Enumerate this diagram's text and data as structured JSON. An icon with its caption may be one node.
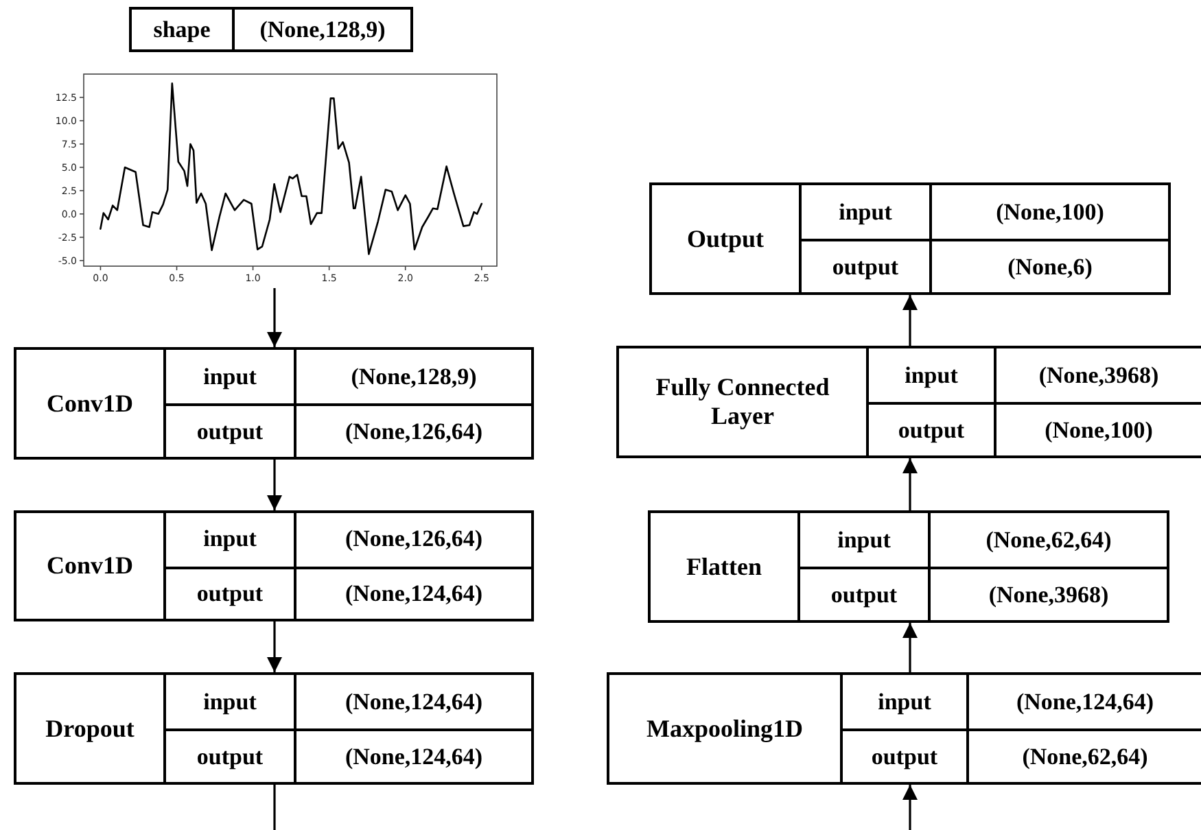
{
  "diagram": {
    "nodes": [
      {
        "text": [
          "shape",
          "(None,128,9)"
        ]
      },
      {
        "text": [],
        "shape": "picture"
      },
      {
        "text": [
          "Conv1D",
          "input",
          "(None,128,9)",
          "output",
          "(None,126,64)"
        ]
      },
      {
        "text": [
          "Conv1D",
          "input",
          "(None,126,64)",
          "output",
          "(None,124,64)"
        ]
      },
      {
        "text": [
          "Dropout",
          "input",
          "(None,124,64)",
          "output",
          "(None,124,64)"
        ]
      },
      {
        "text": [
          "Output",
          "input",
          "(None,100)",
          "output",
          "(None,6)"
        ]
      },
      {
        "text": [
          "Fully Connected Layer",
          "input",
          "(None,3968)",
          "output",
          "(None,100)"
        ]
      },
      {
        "text": [
          "Flatten",
          "input",
          "(None,62,64)",
          "output",
          "(None,3968)"
        ]
      },
      {
        "text": [
          "Maxpooling1D",
          "input",
          "(None,124,64)",
          "output",
          "(None,62,64)"
        ]
      }
    ],
    "edges": [
      {
        "from": 1,
        "to": 2,
        "arrow": "to"
      },
      {
        "from": 2,
        "to": 3,
        "arrow": "to"
      },
      {
        "from": 3,
        "to": 4,
        "arrow": "to"
      },
      {
        "from": 4,
        "to": null,
        "arrow": "none"
      },
      {
        "from": null,
        "to": 8,
        "arrow": "to"
      },
      {
        "from": 8,
        "to": 7,
        "arrow": "to"
      },
      {
        "from": 7,
        "to": 6,
        "arrow": "to"
      },
      {
        "from": 6,
        "to": 5,
        "arrow": "to"
      }
    ],
    "chart_data": {
      "type": "line",
      "x": [
        0.0,
        0.02,
        0.05,
        0.08,
        0.11,
        0.16,
        0.23,
        0.28,
        0.32,
        0.34,
        0.38,
        0.41,
        0.44,
        0.47,
        0.51,
        0.55,
        0.57,
        0.59,
        0.61,
        0.63,
        0.66,
        0.69,
        0.73,
        0.78,
        0.82,
        0.88,
        0.94,
        0.99,
        1.03,
        1.06,
        1.11,
        1.14,
        1.18,
        1.24,
        1.26,
        1.29,
        1.32,
        1.35,
        1.38,
        1.42,
        1.45,
        1.51,
        1.53,
        1.56,
        1.59,
        1.63,
        1.66,
        1.67,
        1.71,
        1.76,
        1.82,
        1.87,
        1.91,
        1.95,
        2.0,
        2.03,
        2.06,
        2.11,
        2.15,
        2.18,
        2.21,
        2.27,
        2.32,
        2.38,
        2.42,
        2.45,
        2.47,
        2.5
      ],
      "series": [
        {
          "color": "#000000",
          "values": [
            -1.6,
            0.1,
            -0.6,
            0.9,
            0.4,
            5.0,
            4.5,
            -1.2,
            -1.4,
            0.2,
            0.0,
            1.0,
            2.6,
            14.0,
            5.6,
            4.6,
            3.0,
            7.5,
            6.8,
            1.2,
            2.2,
            1.1,
            -3.9,
            -0.3,
            2.2,
            0.4,
            1.5,
            1.1,
            -3.8,
            -3.5,
            -0.6,
            3.2,
            0.2,
            4.0,
            3.8,
            4.2,
            1.9,
            1.9,
            -1.1,
            0.1,
            0.1,
            12.4,
            12.4,
            7.0,
            7.7,
            5.5,
            0.6,
            0.6,
            4.0,
            -4.3,
            -0.8,
            2.6,
            2.4,
            0.4,
            2.0,
            1.1,
            -3.8,
            -1.4,
            -0.3,
            0.6,
            0.5,
            5.1,
            2.1,
            -1.3,
            -1.2,
            0.2,
            0.0,
            1.1
          ]
        }
      ],
      "xlim": [
        -0.11,
        2.6
      ],
      "ylim": [
        -5.6,
        15.0
      ],
      "xticks": [
        {
          "value": 0,
          "label": "0.0"
        },
        {
          "value": 0.5,
          "label": "0.5"
        },
        {
          "value": 1,
          "label": "1.0"
        },
        {
          "value": 1.5,
          "label": "1.5"
        },
        {
          "value": 2,
          "label": "2.0"
        },
        {
          "value": 2.5,
          "label": "2.5"
        }
      ],
      "yticks": [
        {
          "value": -5,
          "label": "-5.0"
        },
        {
          "value": -2.5,
          "label": "-2.5"
        },
        {
          "value": 0,
          "label": "0.0"
        },
        {
          "value": 2.5,
          "label": "2.5"
        },
        {
          "value": 5,
          "label": "5.0"
        },
        {
          "value": 7.5,
          "label": "7.5"
        },
        {
          "value": 10,
          "label": "10.0"
        },
        {
          "value": 12.5,
          "label": "12.5"
        }
      ]
    }
  }
}
